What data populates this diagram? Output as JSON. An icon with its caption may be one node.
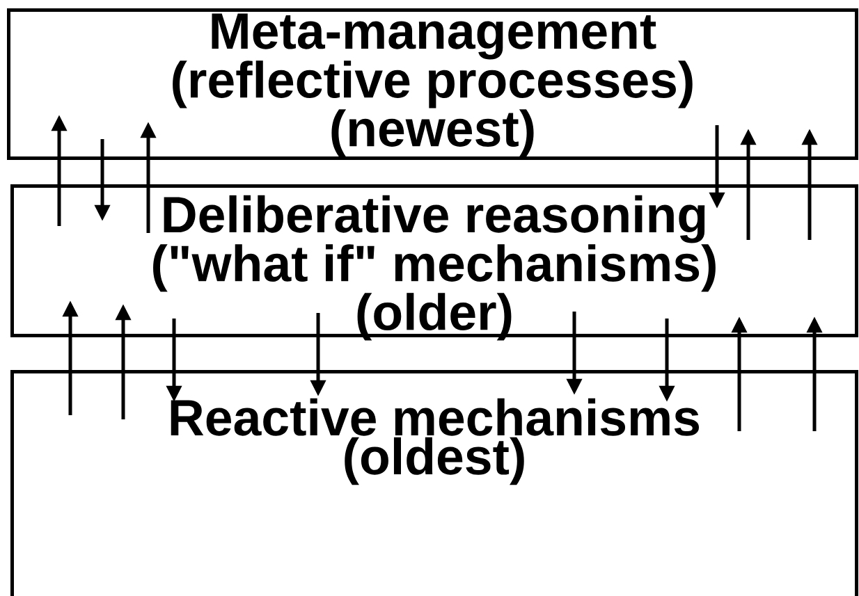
{
  "diagram": {
    "nodes": [
      {
        "text": [
          "Meta-management (reflective processes) (newest)"
        ]
      },
      {
        "text": [
          "Deliberative reasoning (\"what if\" mechanisms) (older)"
        ]
      },
      {
        "text": [
          "Reactive mechanisms (oldest)"
        ]
      }
    ],
    "edges": [
      {
        "from": 1,
        "to": 0,
        "arrow": "to"
      },
      {
        "from": 0,
        "to": 1,
        "arrow": "to"
      },
      {
        "from": 1,
        "to": 0,
        "arrow": "to"
      },
      {
        "from": 0,
        "to": 1,
        "arrow": "to"
      },
      {
        "from": 1,
        "to": 0,
        "arrow": "to"
      },
      {
        "from": 1,
        "to": 0,
        "arrow": "to"
      },
      {
        "from": 2,
        "to": 1,
        "arrow": "to"
      },
      {
        "from": 2,
        "to": 1,
        "arrow": "to"
      },
      {
        "from": 1,
        "to": 2,
        "arrow": "to"
      },
      {
        "from": 1,
        "to": 2,
        "arrow": "to"
      },
      {
        "from": 1,
        "to": 2,
        "arrow": "to"
      },
      {
        "from": 1,
        "to": 2,
        "arrow": "to"
      },
      {
        "from": 2,
        "to": 1,
        "arrow": "to"
      },
      {
        "from": 2,
        "to": 1,
        "arrow": "to"
      }
    ]
  }
}
